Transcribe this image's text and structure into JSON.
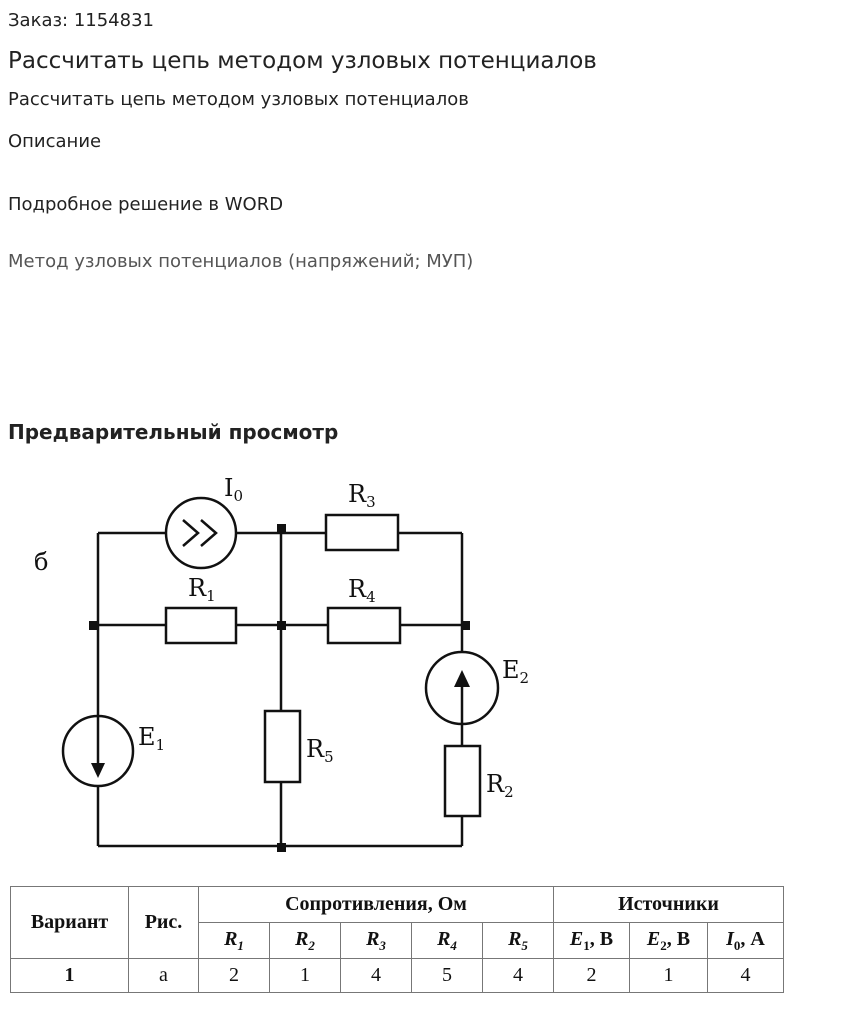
{
  "header": {
    "order": "Заказ: 1154831",
    "title": "Рассчитать цепь методом узловых потенциалов",
    "subtitle": "Рассчитать цепь методом узловых потенциалов"
  },
  "description": {
    "heading": "Описание",
    "text": "Подробное решение в WORD",
    "method_link": "Метод узловых потенциалов (напряжений; МУП)"
  },
  "preview": {
    "heading": "Предварительный просмотр",
    "circuit": {
      "variant_letter": "б",
      "labels": {
        "I0": "I",
        "I0_sub": "0",
        "R1": "R",
        "R1_sub": "1",
        "R2": "R",
        "R2_sub": "2",
        "R3": "R",
        "R3_sub": "3",
        "R4": "R",
        "R4_sub": "4",
        "R5": "R",
        "R5_sub": "5",
        "E1": "E",
        "E1_sub": "1",
        "E2": "E",
        "E2_sub": "2"
      }
    },
    "table": {
      "col_variant": "Вариант",
      "col_fig": "Рис.",
      "group_resistances": "Сопротивления, Ом",
      "group_sources": "Источники",
      "resistors": [
        {
          "sym": "R",
          "sub": "1"
        },
        {
          "sym": "R",
          "sub": "2"
        },
        {
          "sym": "R",
          "sub": "3"
        },
        {
          "sym": "R",
          "sub": "4"
        },
        {
          "sym": "R",
          "sub": "5"
        }
      ],
      "sources": [
        {
          "sym": "E",
          "sub": "1",
          "unit": ", В"
        },
        {
          "sym": "E",
          "sub": "2",
          "unit": ", В"
        },
        {
          "sym": "I",
          "sub": "0",
          "unit": ", А"
        }
      ],
      "row": {
        "variant": "1",
        "fig": "а",
        "values": [
          "2",
          "1",
          "4",
          "5",
          "4",
          "2",
          "1",
          "4"
        ]
      }
    }
  }
}
